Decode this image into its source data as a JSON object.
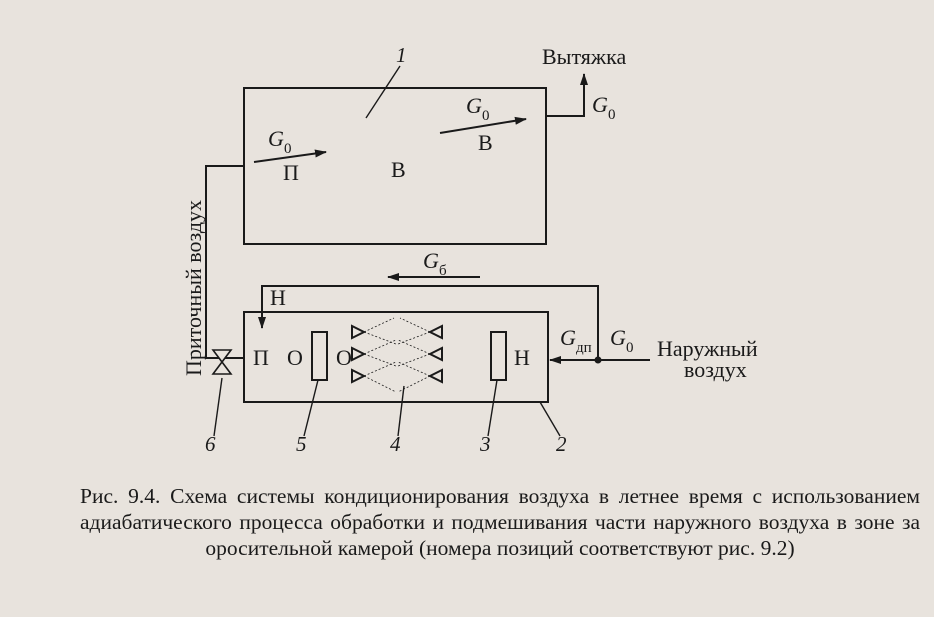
{
  "labels": {
    "exhaust": "Вытяжка",
    "supply_air": "Приточный воздух",
    "outdoor_air_line1": "Наружный",
    "outdoor_air_line2": "воздух",
    "room_flow_in": "G",
    "room_flow_in_sub": "0",
    "room_flow_out": "G",
    "room_flow_out_sub": "0",
    "exhaust_flow": "G",
    "exhaust_flow_sub": "0",
    "bypass_flow": "G",
    "bypass_flow_sub": "б",
    "dp_flow": "G",
    "dp_flow_sub": "дп",
    "outdoor_flow": "G",
    "outdoor_flow_sub": "0",
    "point_p_room": "П",
    "point_v_room_center": "В",
    "point_v_room_right": "В",
    "point_n_bypass": "Н",
    "point_p_unit": "П",
    "point_o_left": "О",
    "point_o_right": "О",
    "point_n_unit": "Н"
  },
  "numbers": {
    "room": "1",
    "unit": "2",
    "heater": "3",
    "spray_chamber": "4",
    "reheater": "5",
    "damper": "6"
  },
  "caption": "Рис. 9.4. Схема системы кондиционирования воздуха в летнее время с использованием адиабатического процесса обработки и подмешивания части наружного воздуха в зоне за оросительной камерой (номера позиций соответствуют рис. 9.2)"
}
